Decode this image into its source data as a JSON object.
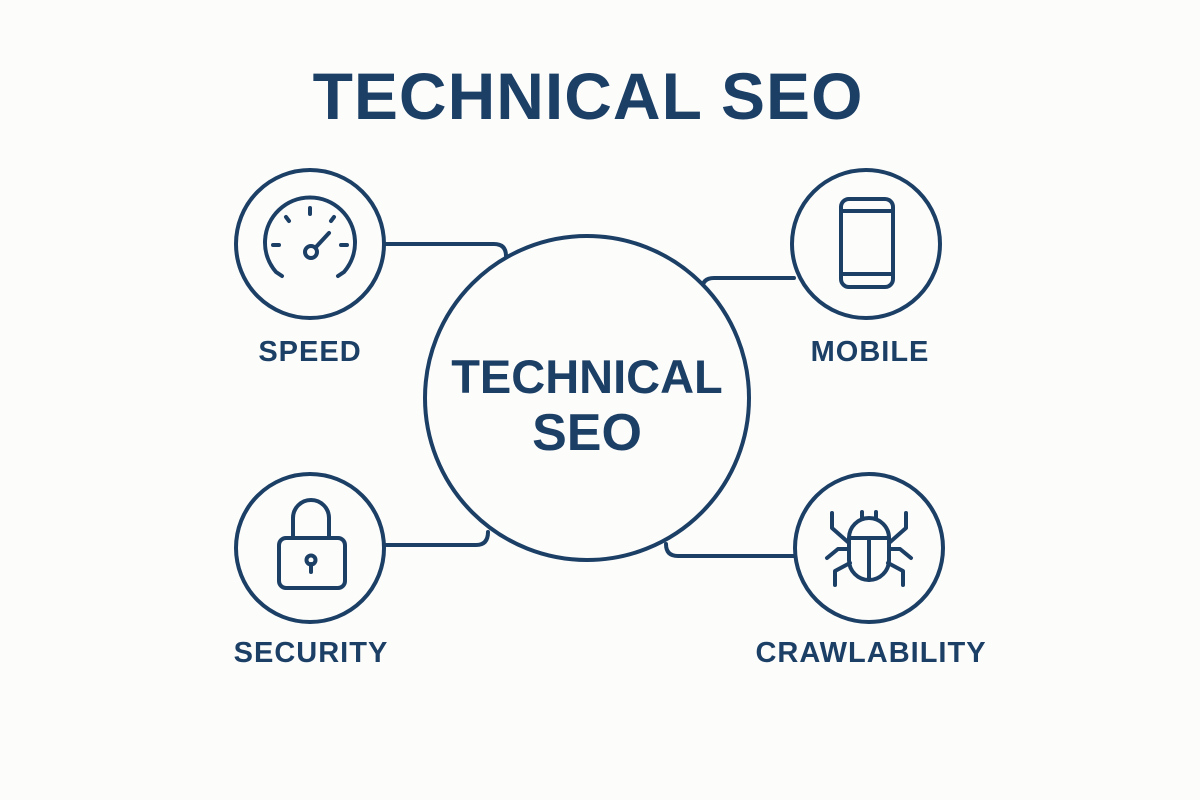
{
  "title": "TECHNICAL SEO",
  "colors": {
    "primary": "#1c3f66",
    "background": "#fcfcfb"
  },
  "center_node": {
    "line1": "TECHNICAL",
    "line2": "SEO"
  },
  "nodes": [
    {
      "label": "SPEED",
      "icon": "speedometer-icon",
      "position": "top-left"
    },
    {
      "label": "MOBILE",
      "icon": "smartphone-icon",
      "position": "top-right"
    },
    {
      "label": "SECURITY",
      "icon": "padlock-icon",
      "position": "bottom-left"
    },
    {
      "label": "CRAWLABILITY",
      "icon": "bug-icon",
      "position": "bottom-right"
    }
  ]
}
